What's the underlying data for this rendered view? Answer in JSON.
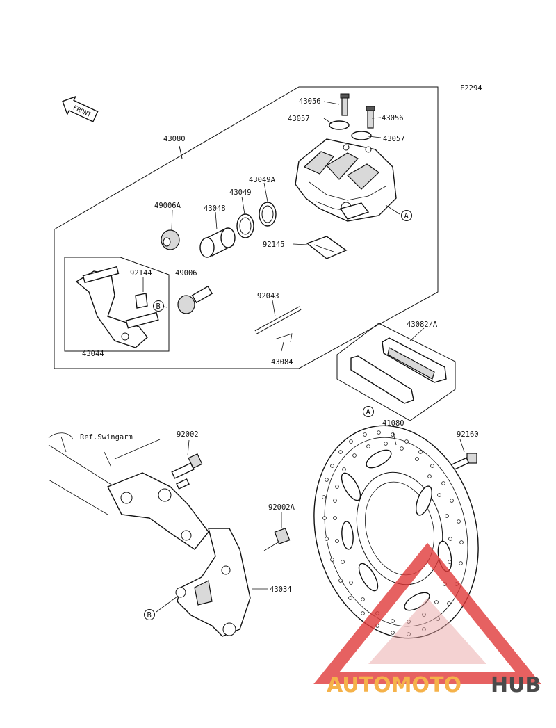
{
  "figure_code": "F2294",
  "front_label": "FRONT",
  "ref_label": "Ref.Swingarm",
  "parts": {
    "p43056a": "43056",
    "p43056b": "43056",
    "p43057a": "43057",
    "p43057b": "43057",
    "p43080": "43080",
    "p43049A": "43049A",
    "p43049": "43049",
    "p43048": "43048",
    "p49006A": "49006A",
    "p92144": "92144",
    "p49006": "49006",
    "p92145": "92145",
    "p92043": "92043",
    "p43044": "43044",
    "p43084": "43084",
    "p43082A": "43082/A",
    "p41080": "41080",
    "p92002": "92002",
    "p92160": "92160",
    "p92002A": "92002A",
    "p43034": "43034"
  },
  "callouts": {
    "a1": "A",
    "a2": "A",
    "b1": "B",
    "b2": "B"
  },
  "watermark": {
    "part1": "AUTOMOTO",
    "part2": "HUB",
    "color_orange": "#f5b24a",
    "color_red": "#e03a3a",
    "color_dark": "#4a4a4a"
  }
}
